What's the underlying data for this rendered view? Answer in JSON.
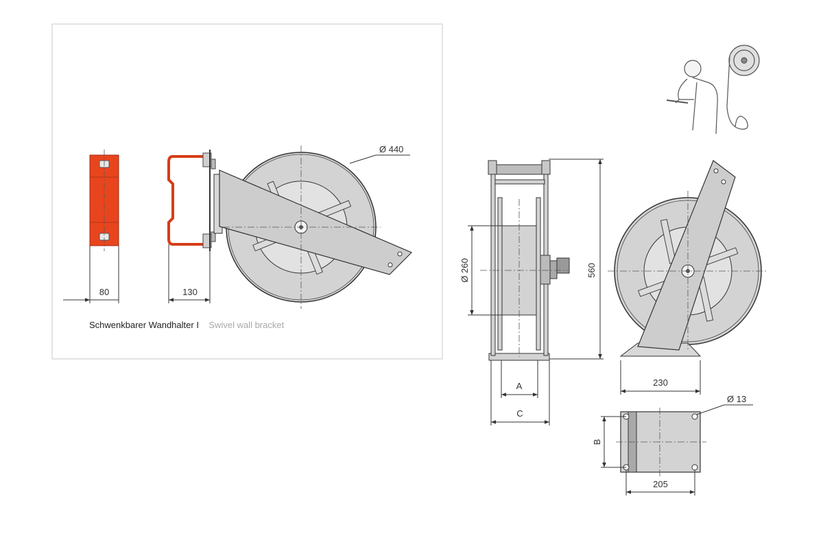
{
  "bracket_panel": {
    "caption_de": "Schwenkbarer Wandhalter I",
    "caption_en": "Swivel wall bracket",
    "dim_bracket_width": "80",
    "dim_bracket_depth": "130",
    "dim_drum_diameter": "Ø 440"
  },
  "reel_views": {
    "dim_core_diameter": "Ø 260",
    "dim_height": "560",
    "dim_a": "A",
    "dim_c": "C",
    "dim_base_width": "230",
    "dim_hole_diameter": "Ø 13",
    "dim_b": "B",
    "dim_base_length": "205"
  },
  "colors": {
    "bracket": "#e8451e",
    "metal": "#d3d3d3",
    "metal_dark": "#a9a9a9",
    "line": "#333333"
  }
}
